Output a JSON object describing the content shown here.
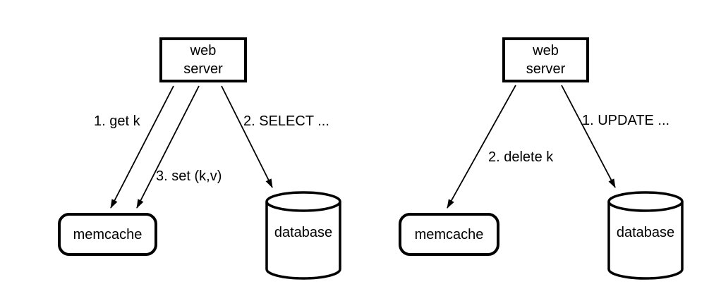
{
  "colors": {
    "background": "#ffffff",
    "stroke": "#000000",
    "text": "#000000"
  },
  "panels": {
    "read_path": {
      "web_server": "web server",
      "memcache": "memcache",
      "database": "database",
      "edge_get": "1. get k",
      "edge_select": "2. SELECT ...",
      "edge_set": "3. set (k,v)"
    },
    "write_path": {
      "web_server": "web server",
      "memcache": "memcache",
      "database": "database",
      "edge_update": "1. UPDATE ...",
      "edge_delete": "2. delete k"
    }
  }
}
